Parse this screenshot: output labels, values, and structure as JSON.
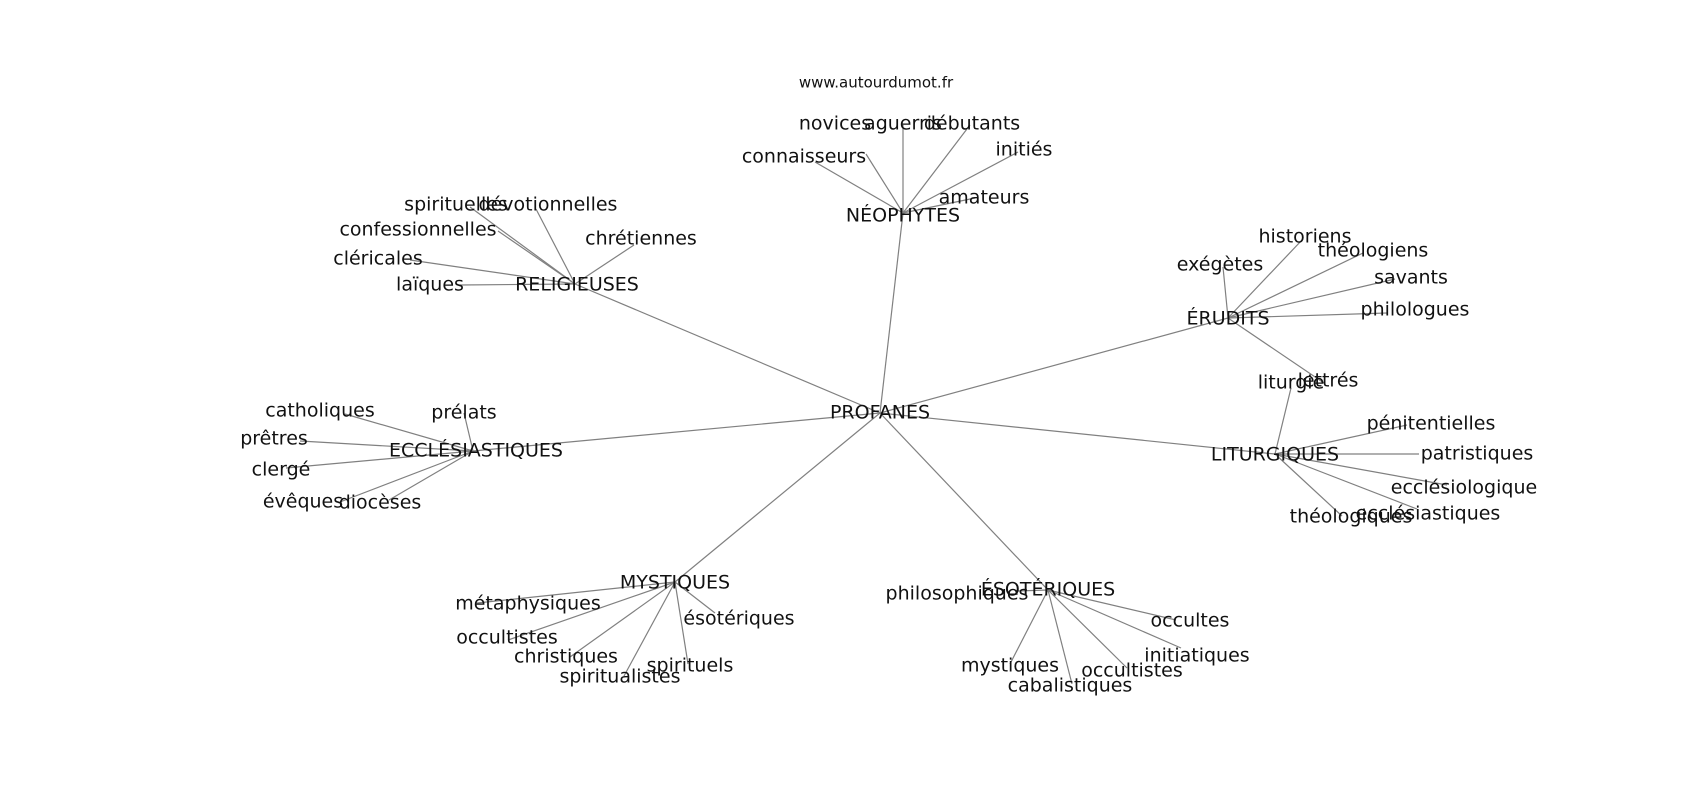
{
  "source": "www.autourdumot.fr",
  "graph": {
    "center": "PROFANES",
    "branches": [
      {
        "label": "NÉOPHYTES",
        "leaves": [
          "novices",
          "aguerris",
          "débutants",
          "connaisseurs",
          "initiés",
          "amateurs"
        ]
      },
      {
        "label": "RELIGIEUSES",
        "leaves": [
          "spirituelles",
          "dévotionnelles",
          "confessionnelles",
          "chrétiennes",
          "cléricales",
          "laïques"
        ]
      },
      {
        "label": "ÉRUDITS",
        "leaves": [
          "historiens",
          "exégètes",
          "théologiens",
          "savants",
          "philologues",
          "lettrés"
        ]
      },
      {
        "label": "ECCLÉSIASTIQUES",
        "leaves": [
          "catholiques",
          "prélats",
          "prêtres",
          "clergé",
          "évêques",
          "diocèses"
        ]
      },
      {
        "label": "LITURGIQUES",
        "leaves": [
          "liturgie",
          "pénitentielles",
          "patristiques",
          "ecclésiologique",
          "ecclésiastiques",
          "théologiques"
        ]
      },
      {
        "label": "MYSTIQUES",
        "leaves": [
          "métaphysiques",
          "ésotériques",
          "occultistes",
          "christiques",
          "spirituels",
          "spiritualistes"
        ]
      },
      {
        "label": "ÉSOTÉRIQUES",
        "leaves": [
          "philosophiques",
          "occultes",
          "initiatiques",
          "mystiques",
          "occultistes",
          "cabalistiques"
        ]
      }
    ]
  }
}
